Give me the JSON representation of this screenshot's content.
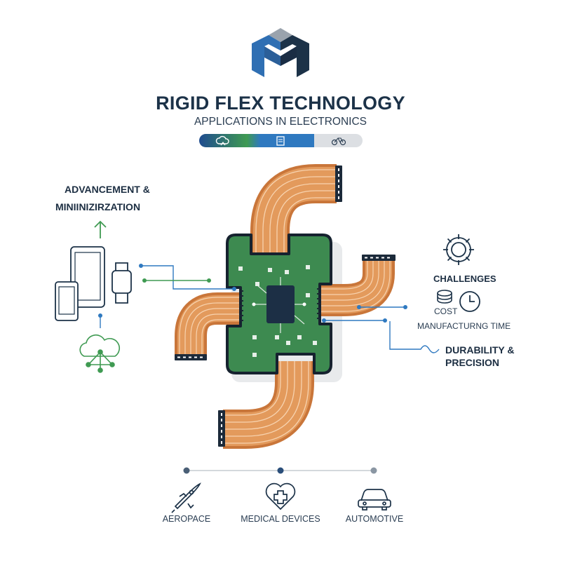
{
  "header": {
    "title": "RIGID FLEX TECHNOLOGY",
    "subtitle": "APPLICATIONS IN ELECTRONICS"
  },
  "colors": {
    "navy": "#1c3248",
    "blue": "#2f79c0",
    "green": "#3f9a52",
    "pcb_green": "#3d8a50",
    "copper": "#d9884a",
    "grey": "#d9dde1"
  },
  "progress": {
    "segments": [
      {
        "icon": "cloud-icon",
        "color": "#2f7a4a"
      },
      {
        "icon": "document-icon",
        "color": "#2f79c0"
      },
      {
        "icon": "bicycle-icon",
        "color": "#dcdfe3"
      }
    ]
  },
  "left": {
    "heading_line1": "ADVANCEMENT &",
    "heading_line2": "MINIINIZIRZATION",
    "icons": [
      "arrow-up-icon",
      "smartphone-icon",
      "tablet-icon",
      "smartwatch-icon",
      "cloud-network-icon"
    ]
  },
  "right": {
    "challenges": "CHALLENGES",
    "cost": "COST",
    "manufacturing_time": "MANUFACTURNG TIME",
    "durability_line1": "DURABILITY &",
    "durability_line2": "PRECISION",
    "icons": [
      "gear-icon",
      "coins-icon",
      "clock-icon"
    ]
  },
  "applications": [
    {
      "label": "AEROPACE",
      "icon": "rocket-icon"
    },
    {
      "label": "MEDICAL DEVICES",
      "icon": "medical-heart-icon"
    },
    {
      "label": "AUTOMOTIVE",
      "icon": "car-icon"
    }
  ]
}
